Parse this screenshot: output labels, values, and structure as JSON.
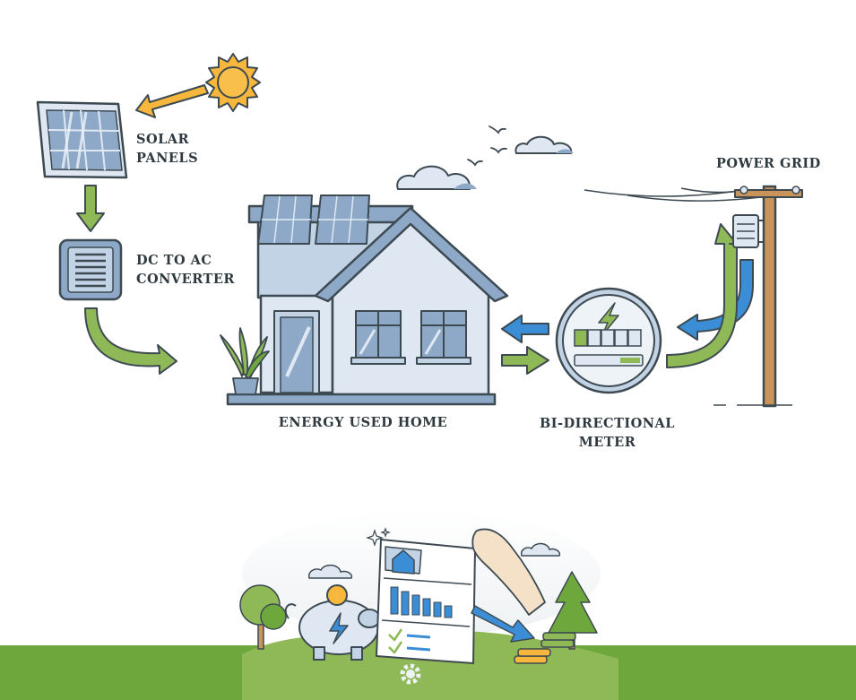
{
  "labels": {
    "solar_panels_line1": "SOLAR",
    "solar_panels_line2": "PANELS",
    "converter_line1": "DC TO AC",
    "converter_line2": "CONVERTER",
    "power_grid": "POWER GRID",
    "energy_home": "ENERGY USED HOME",
    "meter_line1": "BI-DIRECTIONAL",
    "meter_line2": "METER"
  },
  "icons": {
    "sun": "sun-icon",
    "solar_panel": "solar-panel-icon",
    "converter": "converter-icon",
    "house": "house-icon",
    "meter": "meter-icon",
    "pole": "power-pole-icon",
    "piggy": "piggy-bank-icon",
    "chart": "savings-chart-icon"
  },
  "colors": {
    "outline": "#3d4a52",
    "green_arrow": "#8fb956",
    "blue_arrow": "#3b8ed6",
    "sun": "#f6b73c",
    "house_light": "#dfe8f2",
    "house_mid": "#c2d3e6",
    "panel_blue": "#8ea8c7",
    "ground_green": "#6ea83c"
  }
}
